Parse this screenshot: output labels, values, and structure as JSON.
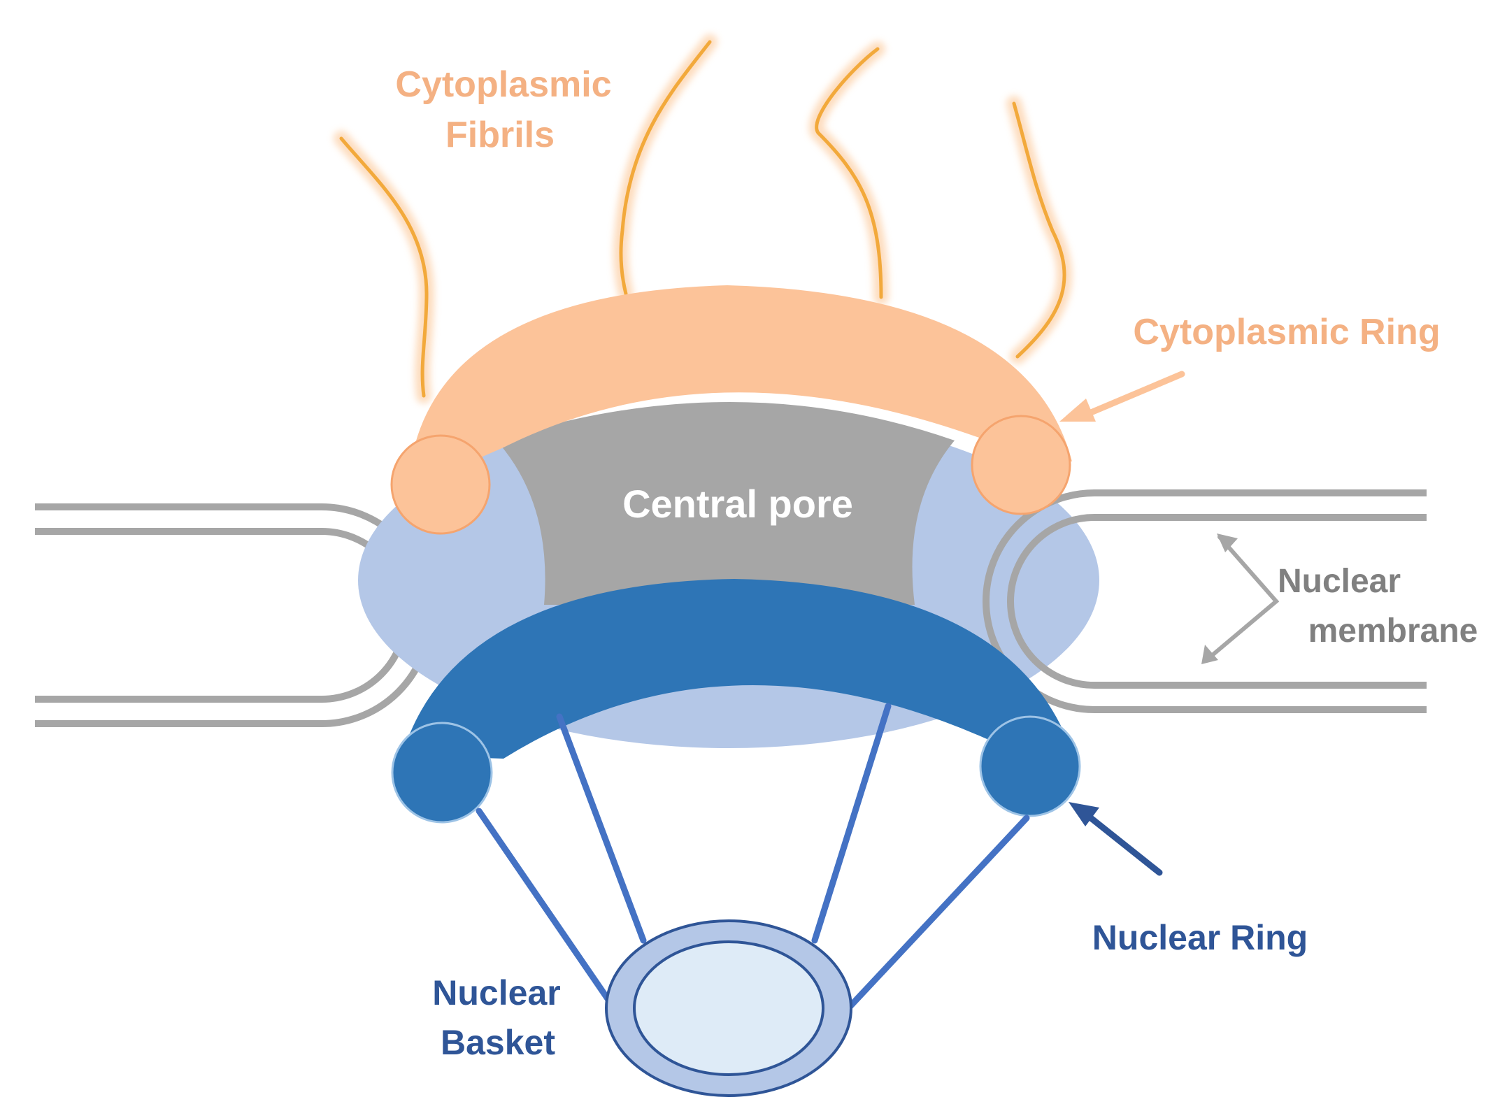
{
  "labels": {
    "cytoplasmic_fibrils_line1": "Cytoplasmic",
    "cytoplasmic_fibrils_line2": "Fibrils",
    "cytoplasmic_ring": "Cytoplasmic Ring",
    "central_pore": "Central pore",
    "nuclear_membrane_line1": "Nuclear",
    "nuclear_membrane_line2": "membrane",
    "nuclear_ring": "Nuclear Ring",
    "nuclear_basket_line1": "Nuclear",
    "nuclear_basket_line2": "Basket"
  },
  "colors": {
    "cytoplasmic_ring": "#FCC399",
    "cytoplasmic_ring_outline": "#F5A46E",
    "fibril_glow": "#FDD9B8",
    "fibril_core": "#F2A93B",
    "cytoplasmic_label": "#F4B183",
    "pore_shell": "#B4C7E7",
    "central_pore": "#A6A6A6",
    "nuclear_ring": "#2E75B6",
    "nuclear_ring_outline": "#9DC3E6",
    "basket_strut": "#4472C4",
    "basket_ring_outer": "#B4C7E7",
    "basket_ring_inner": "#DEEBF7",
    "nuclear_label": "#2F5597",
    "membrane": "#A6A6A6",
    "membrane_label": "#808080"
  }
}
